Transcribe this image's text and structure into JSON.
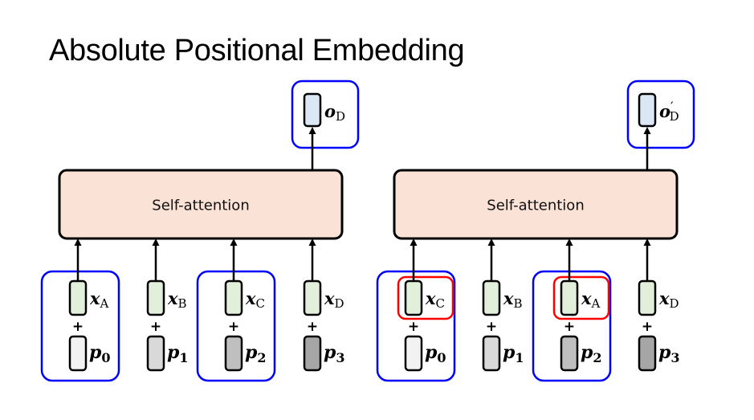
{
  "title": "Absolute Positional Embedding",
  "colors": {
    "attention_fill": "#fbe2d6",
    "token_fill": "#e2efda",
    "output_fill": "#dbe7f5",
    "highlight_blue": "#0000ff",
    "highlight_red": "#ff0000",
    "pos_fills": [
      "#f2f2f2",
      "#d9d9d9",
      "#bfbfbf",
      "#a6a6a6"
    ]
  },
  "panels": [
    {
      "attention_label": "Self-attention",
      "output": {
        "symbol": "o",
        "prime": "",
        "subscript": "D"
      },
      "columns": [
        {
          "token": {
            "symbol": "x",
            "subscript": "A"
          },
          "position": {
            "symbol": "p",
            "subscript": "0"
          },
          "blue_group": true,
          "red_token": false
        },
        {
          "token": {
            "symbol": "x",
            "subscript": "B"
          },
          "position": {
            "symbol": "p",
            "subscript": "1"
          },
          "blue_group": false,
          "red_token": false
        },
        {
          "token": {
            "symbol": "x",
            "subscript": "C"
          },
          "position": {
            "symbol": "p",
            "subscript": "2"
          },
          "blue_group": true,
          "red_token": false
        },
        {
          "token": {
            "symbol": "x",
            "subscript": "D"
          },
          "position": {
            "symbol": "p",
            "subscript": "3"
          },
          "blue_group": false,
          "red_token": false
        }
      ],
      "plus": "+"
    },
    {
      "attention_label": "Self-attention",
      "output": {
        "symbol": "o",
        "prime": "′",
        "subscript": "D"
      },
      "columns": [
        {
          "token": {
            "symbol": "x",
            "subscript": "C"
          },
          "position": {
            "symbol": "p",
            "subscript": "0"
          },
          "blue_group": true,
          "red_token": true
        },
        {
          "token": {
            "symbol": "x",
            "subscript": "B"
          },
          "position": {
            "symbol": "p",
            "subscript": "1"
          },
          "blue_group": false,
          "red_token": false
        },
        {
          "token": {
            "symbol": "x",
            "subscript": "A"
          },
          "position": {
            "symbol": "p",
            "subscript": "2"
          },
          "blue_group": true,
          "red_token": true
        },
        {
          "token": {
            "symbol": "x",
            "subscript": "D"
          },
          "position": {
            "symbol": "p",
            "subscript": "3"
          },
          "blue_group": false,
          "red_token": false
        }
      ],
      "plus": "+"
    }
  ]
}
